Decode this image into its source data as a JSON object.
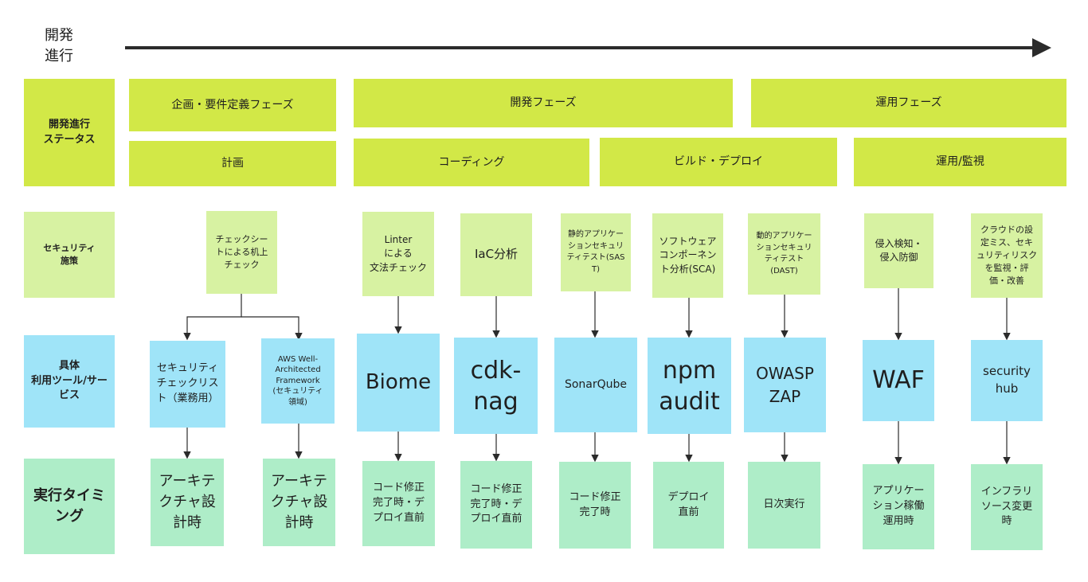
{
  "axis": {
    "progress_label": "開発\n進行"
  },
  "rows": {
    "status": "開発進行\nステータス",
    "measures": "セキュリティ\n施策",
    "tools": "具体\n利用ツール/サー\nビス",
    "timing": "実行タイミ\nング"
  },
  "phases": {
    "planning_req": "企画・要件定義フェーズ",
    "development": "開発フェーズ",
    "operations": "運用フェーズ"
  },
  "stages": {
    "plan": "計画",
    "coding": "コーディング",
    "build_deploy": "ビルド・デプロイ",
    "ops_monitor": "運用/監視"
  },
  "measures": [
    "チェックシー\nトによる机上\nチェック",
    "Linter\nによる\n文法チェック",
    "IaC分析",
    "静的アプリケー\nションセキュリ\nティテスト(SAS\nT)",
    "ソフトウェア\nコンポーネン\nト分析(SCA)",
    "動的アプリケー\nションセキュリ\nティテスト\n(DAST)",
    "侵入検知・\n侵入防御",
    "クラウドの設\n定ミス、セキ\nュリティリスク\nを監視・評\n価・改善"
  ],
  "tools": [
    "セキュリティ\nチェックリス\nト（業務用）",
    "AWS Well-\nArchitected\nFramework\n(セキュリティ\n領域)",
    "Biome",
    "cdk-\nnag",
    "SonarQube",
    "npm\naudit",
    "OWASP\nZAP",
    "WAF",
    "security\nhub"
  ],
  "timings": [
    "アーキテ\nクチャ設\n計時",
    "アーキテ\nクチャ設\n計時",
    "コード修正\n完了時・デ\nプロイ直前",
    "コード修正\n完了時・デ\nプロイ直前",
    "コード修正\n完了時",
    "デプロイ\n直前",
    "日次実行",
    "アプリケー\nション稼働\n運用時",
    "インフラリ\nソース変更\n時"
  ],
  "colors": {
    "phase": "#d2e847",
    "measure": "#d7f2a2",
    "tool": "#9fe4f8",
    "timing": "#aeedc8",
    "arrow": "#2b2b2b"
  }
}
